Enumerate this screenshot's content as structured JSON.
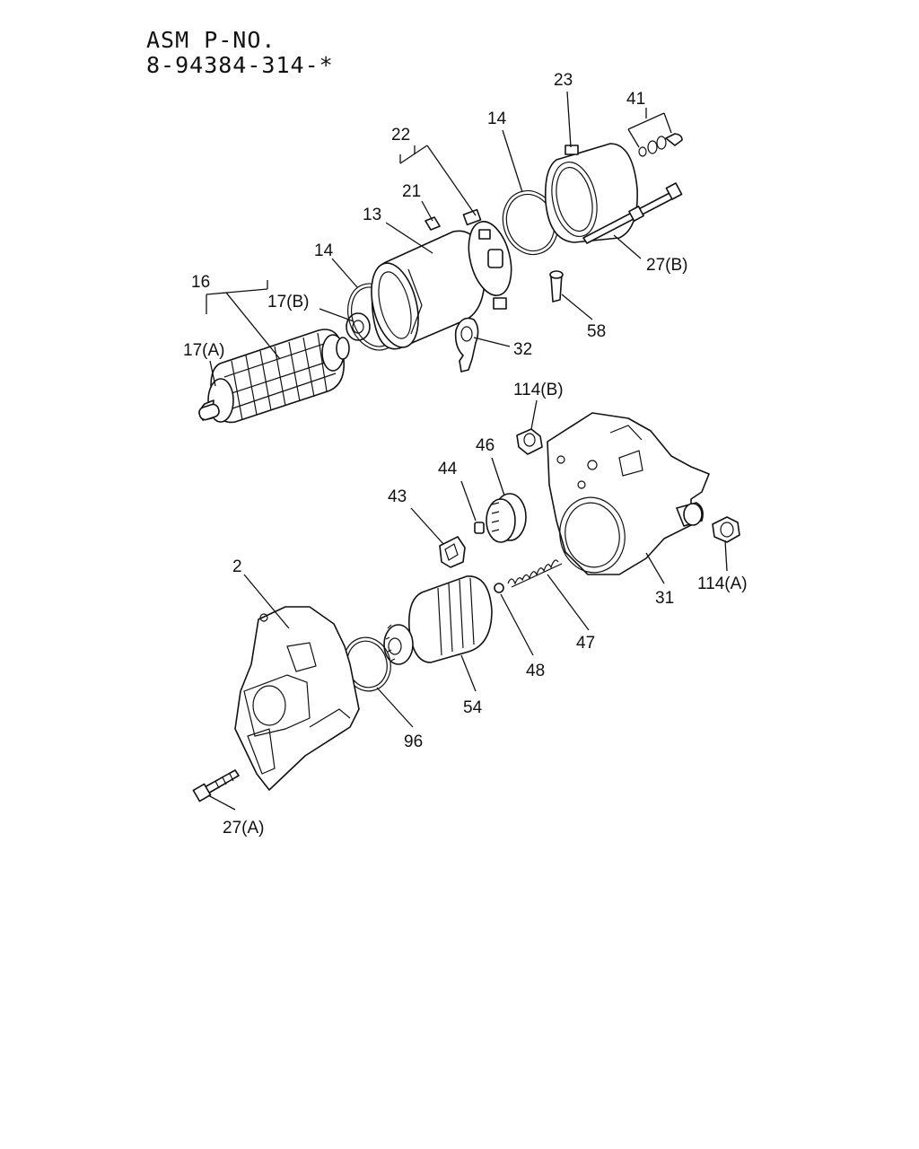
{
  "header": {
    "line1": "ASM P-NO.",
    "line2": "8-94384-314-*"
  },
  "callouts": {
    "c2": "2",
    "c13": "13",
    "c14a": "14",
    "c14b": "14",
    "c16": "16",
    "c17a": "17(A)",
    "c17b": "17(B)",
    "c21": "21",
    "c22": "22",
    "c23": "23",
    "c27a": "27(A)",
    "c27b": "27(B)",
    "c31": "31",
    "c32": "32",
    "c41": "41",
    "c43": "43",
    "c44": "44",
    "c46": "46",
    "c47": "47",
    "c48": "48",
    "c54": "54",
    "c58": "58",
    "c96": "96",
    "c114a": "114(A)",
    "c114b": "114(B)"
  }
}
